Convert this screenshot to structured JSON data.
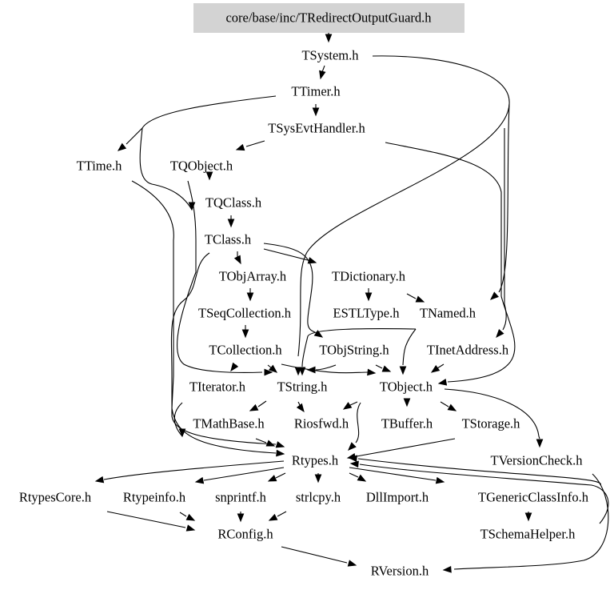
{
  "graph": {
    "title": "core/base/inc/TRedirectOutputGuard.h",
    "root_fill": "#d3d3d3",
    "nodes": [
      {
        "id": "root",
        "label": "core/base/inc/TRedirectOutputGuard.h",
        "root": true
      },
      {
        "id": "TSystem",
        "label": "TSystem.h"
      },
      {
        "id": "TTimer",
        "label": "TTimer.h"
      },
      {
        "id": "TSysEvtHandler",
        "label": "TSysEvtHandler.h"
      },
      {
        "id": "TTime",
        "label": "TTime.h"
      },
      {
        "id": "TQObject",
        "label": "TQObject.h"
      },
      {
        "id": "TQClass",
        "label": "TQClass.h"
      },
      {
        "id": "TClass",
        "label": "TClass.h"
      },
      {
        "id": "TObjArray",
        "label": "TObjArray.h"
      },
      {
        "id": "TDictionary",
        "label": "TDictionary.h"
      },
      {
        "id": "TSeqCollection",
        "label": "TSeqCollection.h"
      },
      {
        "id": "ESTLType",
        "label": "ESTLType.h"
      },
      {
        "id": "TNamed",
        "label": "TNamed.h"
      },
      {
        "id": "TCollection",
        "label": "TCollection.h"
      },
      {
        "id": "TObjString",
        "label": "TObjString.h"
      },
      {
        "id": "TInetAddress",
        "label": "TInetAddress.h"
      },
      {
        "id": "TIterator",
        "label": "TIterator.h"
      },
      {
        "id": "TString",
        "label": "TString.h"
      },
      {
        "id": "TObject",
        "label": "TObject.h"
      },
      {
        "id": "TMathBase",
        "label": "TMathBase.h"
      },
      {
        "id": "Riosfwd",
        "label": "Riosfwd.h"
      },
      {
        "id": "TBuffer",
        "label": "TBuffer.h"
      },
      {
        "id": "TStorage",
        "label": "TStorage.h"
      },
      {
        "id": "Rtypes",
        "label": "Rtypes.h"
      },
      {
        "id": "TVersionCheck",
        "label": "TVersionCheck.h"
      },
      {
        "id": "RtypesCore",
        "label": "RtypesCore.h"
      },
      {
        "id": "Rtypeinfo",
        "label": "Rtypeinfo.h"
      },
      {
        "id": "snprintf",
        "label": "snprintf.h"
      },
      {
        "id": "strlcpy",
        "label": "strlcpy.h"
      },
      {
        "id": "DllImport",
        "label": "DllImport.h"
      },
      {
        "id": "TGenericClassInfo",
        "label": "TGenericClassInfo.h"
      },
      {
        "id": "RConfig",
        "label": "RConfig.h"
      },
      {
        "id": "TSchemaHelper",
        "label": "TSchemaHelper.h"
      },
      {
        "id": "RVersion",
        "label": "RVersion.h"
      }
    ],
    "edges": [
      {
        "from": "root",
        "to": "TSystem"
      },
      {
        "from": "TSystem",
        "to": "TTimer"
      },
      {
        "from": "TSystem",
        "to": "TString"
      },
      {
        "from": "TSystem",
        "to": "TNamed"
      },
      {
        "from": "TSystem",
        "to": "TInetAddress"
      },
      {
        "from": "TTimer",
        "to": "TSysEvtHandler"
      },
      {
        "from": "TTimer",
        "to": "TTime"
      },
      {
        "from": "TTimer",
        "to": "TString"
      },
      {
        "from": "TSysEvtHandler",
        "to": "TQObject"
      },
      {
        "from": "TSysEvtHandler",
        "to": "TObject"
      },
      {
        "from": "TQObject",
        "to": "TQClass"
      },
      {
        "from": "TQClass",
        "to": "TQObject"
      },
      {
        "from": "TQObject",
        "to": "TString"
      },
      {
        "from": "TQClass",
        "to": "TClass"
      },
      {
        "from": "TClass",
        "to": "TObjArray"
      },
      {
        "from": "TClass",
        "to": "TDictionary"
      },
      {
        "from": "TClass",
        "to": "TObjString"
      },
      {
        "from": "TClass",
        "to": "Rtypes"
      },
      {
        "from": "TObjArray",
        "to": "TSeqCollection"
      },
      {
        "from": "TSeqCollection",
        "to": "TCollection"
      },
      {
        "from": "TCollection",
        "to": "TIterator"
      },
      {
        "from": "TCollection",
        "to": "TString"
      },
      {
        "from": "TCollection",
        "to": "TObject"
      },
      {
        "from": "TDictionary",
        "to": "ESTLType"
      },
      {
        "from": "TDictionary",
        "to": "TNamed"
      },
      {
        "from": "TNamed",
        "to": "TString"
      },
      {
        "from": "TNamed",
        "to": "TObject"
      },
      {
        "from": "TObjString",
        "to": "TString"
      },
      {
        "from": "TObjString",
        "to": "TObject"
      },
      {
        "from": "TInetAddress",
        "to": "TObject"
      },
      {
        "from": "TTime",
        "to": "Rtypes"
      },
      {
        "from": "TIterator",
        "to": "Rtypes"
      },
      {
        "from": "TString",
        "to": "TMathBase"
      },
      {
        "from": "TString",
        "to": "Riosfwd"
      },
      {
        "from": "TObject",
        "to": "Riosfwd"
      },
      {
        "from": "TObject",
        "to": "TBuffer"
      },
      {
        "from": "TBuffer",
        "to": "TObject"
      },
      {
        "from": "TObject",
        "to": "TStorage"
      },
      {
        "from": "TObject",
        "to": "Rtypes"
      },
      {
        "from": "TObject",
        "to": "TVersionCheck"
      },
      {
        "from": "TMathBase",
        "to": "Rtypes"
      },
      {
        "from": "TStorage",
        "to": "Rtypes"
      },
      {
        "from": "TVersionCheck",
        "to": "RVersion"
      },
      {
        "from": "TGenericClassInfo",
        "to": "Rtypes"
      },
      {
        "from": "TSchemaHelper",
        "to": "Rtypes"
      },
      {
        "from": "Rtypes",
        "to": "RtypesCore"
      },
      {
        "from": "Rtypes",
        "to": "Rtypeinfo"
      },
      {
        "from": "Rtypes",
        "to": "snprintf"
      },
      {
        "from": "Rtypes",
        "to": "strlcpy"
      },
      {
        "from": "Rtypes",
        "to": "DllImport"
      },
      {
        "from": "Rtypes",
        "to": "TGenericClassInfo"
      },
      {
        "from": "RtypesCore",
        "to": "RConfig"
      },
      {
        "from": "Rtypeinfo",
        "to": "RConfig"
      },
      {
        "from": "snprintf",
        "to": "RConfig"
      },
      {
        "from": "strlcpy",
        "to": "RConfig"
      },
      {
        "from": "TGenericClassInfo",
        "to": "TSchemaHelper"
      },
      {
        "from": "RConfig",
        "to": "RVersion"
      }
    ]
  }
}
